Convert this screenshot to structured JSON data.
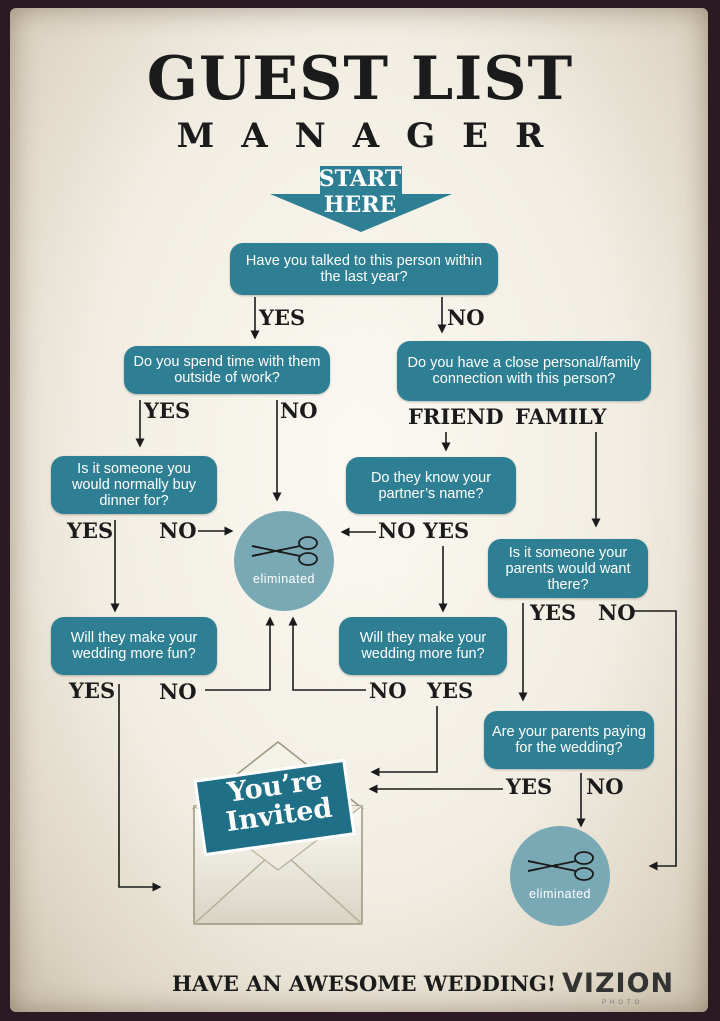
{
  "title": "GUEST LIST",
  "subtitle": "MANAGER",
  "start": {
    "line1": "START",
    "line2": "HERE"
  },
  "questions": {
    "q1": "Have you talked to this person within the last year?",
    "q2": "Do you spend time with them outside of work?",
    "q3": "Do you have a close personal/family connection with this person?",
    "q4": "Is it someone you would normally buy dinner for?",
    "q5": "Do they know your partner’s name?",
    "q6": "Is it someone your parents would want there?",
    "q7": "Will they make your wedding more fun?",
    "q8": "Will they make your wedding more fun?",
    "q9": "Are your parents paying for the wedding?"
  },
  "labels": {
    "yes": "YES",
    "no": "NO",
    "friend": "FRIEND",
    "family": "FAMILY"
  },
  "outcomes": {
    "eliminated": "eliminated",
    "invited_line1": "You’re",
    "invited_line2": "Invited"
  },
  "footer": "HAVE AN AWESOME WEDDING!",
  "logo": {
    "name": "VIZION",
    "sub": "PHOTO"
  },
  "colors": {
    "box": "#2e7f93",
    "circle": "#7aa9b6",
    "paper": "#f4f1e8",
    "border": "#2b1a24",
    "text": "#1b1b1b"
  }
}
